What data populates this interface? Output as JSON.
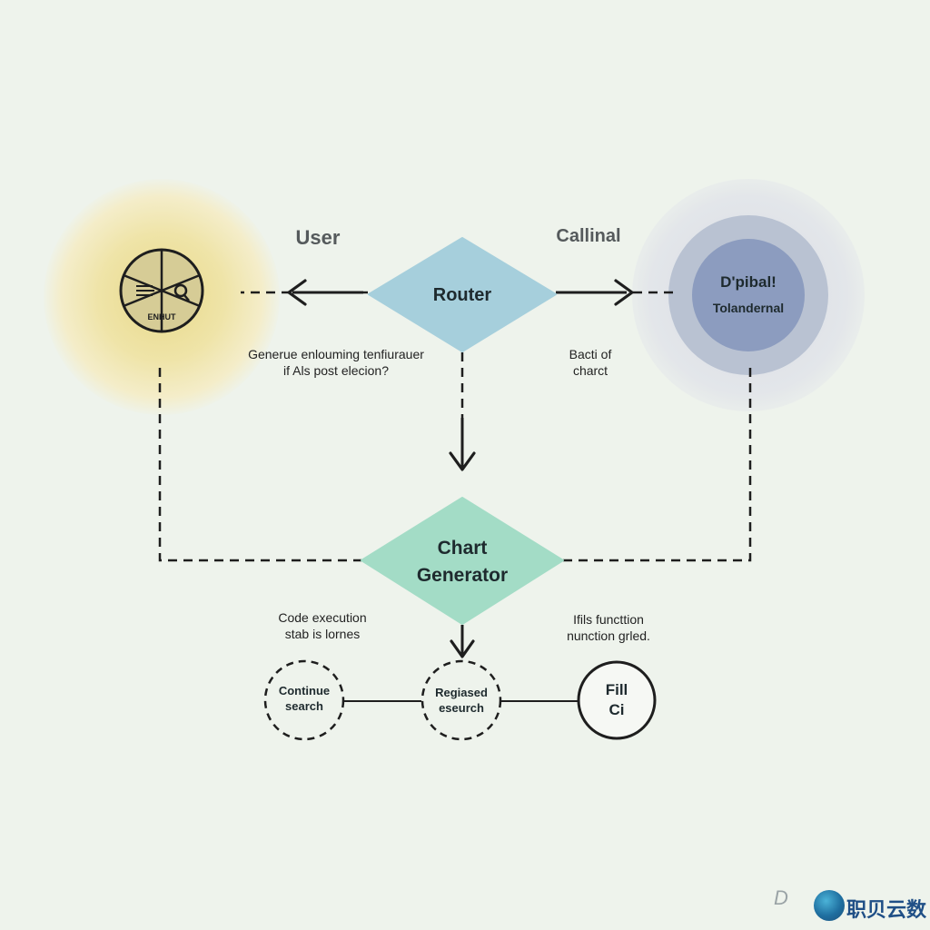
{
  "labels": {
    "user": "User",
    "callinal": "Callinal",
    "user_note": [
      "Generue enlouming tenfiurauer",
      "if Als post elecion?"
    ],
    "right_note": [
      "Bacti of",
      "charct"
    ],
    "code_note": [
      "Code execution",
      "stab is lornes"
    ],
    "fills_note": [
      "Ifils functtion",
      "nunction grled."
    ]
  },
  "nodes": {
    "router": "Router",
    "chart_generator": [
      "Chart",
      "Generator"
    ],
    "right_circle": [
      "D'pibal!",
      "Tolandernal"
    ],
    "continue_search": [
      "Continue",
      "search"
    ],
    "regiased_eseurch": [
      "Regiased",
      "eseurch"
    ],
    "fill": [
      "Fill",
      "Ci"
    ],
    "input_icon_text": "ENHUT"
  },
  "watermark": {
    "text": "D",
    "brand": "职贝云数"
  },
  "colors": {
    "router_fill": "#a6cfdc",
    "chart_fill": "#a3dcc6",
    "user_glow": "#efe4a8",
    "right_core": "#8c9cbf",
    "line": "#1e1e1e"
  }
}
